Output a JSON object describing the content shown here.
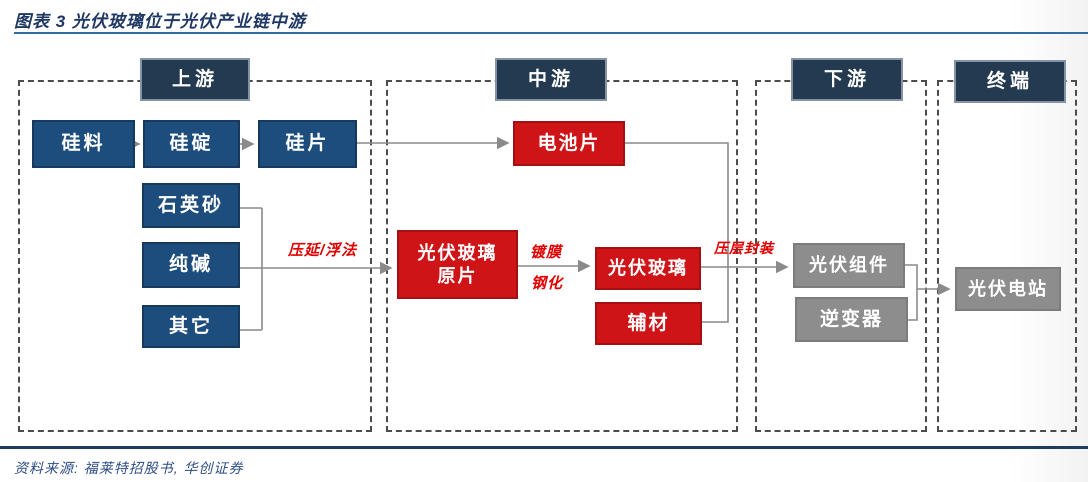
{
  "figure": {
    "title": "图表 3  光伏玻璃位于光伏产业链中游",
    "source": "资料来源: 福莱特招股书, 华创证券"
  },
  "sections": {
    "upstream": "上游",
    "midstream": "中游",
    "downstream": "下游",
    "terminal": "终端"
  },
  "nodes": {
    "silicon_material": "硅料",
    "silicon_ingot": "硅碇",
    "silicon_wafer": "硅片",
    "quartz_sand": "石英砂",
    "soda_ash": "纯碱",
    "others": "其它",
    "cell": "电池片",
    "pv_glass_raw": "光伏玻璃\n原片",
    "pv_glass": "光伏玻璃",
    "auxiliary_material": "辅材",
    "pv_module": "光伏组件",
    "inverter": "逆变器",
    "pv_station": "光伏电站"
  },
  "process_labels": {
    "calendering_float": "压延/浮法",
    "coating": "镀膜",
    "tempering": "钢化",
    "lamination_packaging": "压层封装"
  },
  "colors": {
    "header_box": "#243a50",
    "navy_box": "#1d4d7c",
    "red_box": "#cf1418",
    "gray_box": "#8d8d8d",
    "red_label": "#e00000",
    "title_blue": "#1f3864",
    "connector_gray": "#8a8a8a"
  }
}
